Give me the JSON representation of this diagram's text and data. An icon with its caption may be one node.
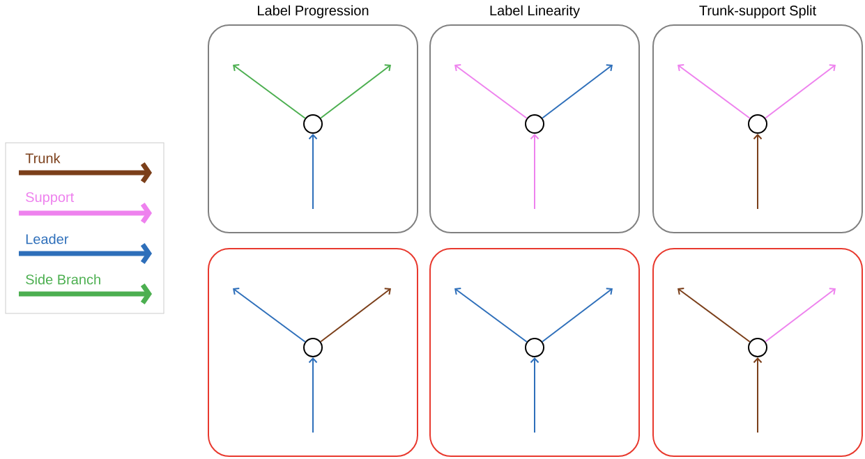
{
  "diagram": {
    "nodes": [
      {
        "text": [],
        "shape": "box"
      },
      {
        "text": [],
        "shape": "circle",
        "in": 0
      },
      {
        "text": [],
        "shape": "box"
      },
      {
        "text": [],
        "shape": "circle",
        "in": 2
      },
      {
        "text": [],
        "shape": "box"
      },
      {
        "text": [],
        "shape": "circle",
        "in": 4
      },
      {
        "text": [],
        "shape": "box"
      },
      {
        "text": [],
        "shape": "circle",
        "in": 6
      },
      {
        "text": [],
        "shape": "box"
      },
      {
        "text": [],
        "shape": "circle",
        "in": 8
      },
      {
        "text": [],
        "shape": "box"
      },
      {
        "text": [],
        "shape": "circle",
        "in": 10
      }
    ],
    "edges": [
      {
        "from": null,
        "to": 1,
        "arrow": "to",
        "color": "#2e6fba"
      },
      {
        "from": 1,
        "to": null,
        "arrow": "to",
        "color": "#4caf50"
      },
      {
        "from": 1,
        "to": null,
        "arrow": "to",
        "color": "#4caf50"
      },
      {
        "from": null,
        "to": 3,
        "arrow": "to",
        "color": "#ee82ee"
      },
      {
        "from": 3,
        "to": null,
        "arrow": "to",
        "color": "#ee82ee"
      },
      {
        "from": 3,
        "to": null,
        "arrow": "to",
        "color": "#2e6fba"
      },
      {
        "from": null,
        "to": 5,
        "arrow": "to",
        "color": "#7b3f1a"
      },
      {
        "from": 5,
        "to": null,
        "arrow": "to",
        "color": "#ee82ee"
      },
      {
        "from": 5,
        "to": null,
        "arrow": "to",
        "color": "#ee82ee"
      },
      {
        "from": null,
        "to": 7,
        "arrow": "to",
        "color": "#2e6fba"
      },
      {
        "from": 7,
        "to": null,
        "arrow": "to",
        "color": "#2e6fba"
      },
      {
        "from": 7,
        "to": null,
        "arrow": "to",
        "color": "#7b3f1a"
      },
      {
        "from": null,
        "to": 9,
        "arrow": "to",
        "color": "#2e6fba"
      },
      {
        "from": 9,
        "to": null,
        "arrow": "to",
        "color": "#2e6fba"
      },
      {
        "from": 9,
        "to": null,
        "arrow": "to",
        "color": "#2e6fba"
      },
      {
        "from": null,
        "to": 11,
        "arrow": "to",
        "color": "#7b3f1a"
      },
      {
        "from": 11,
        "to": null,
        "arrow": "to",
        "color": "#7b3f1a"
      },
      {
        "from": 11,
        "to": null,
        "arrow": "to",
        "color": "#ee82ee"
      }
    ],
    "labels": [
      "Label Progression",
      "Label Linearity",
      "Trunk-support Split"
    ],
    "legend": [
      {
        "text": "Trunk",
        "color": "#7b3f1a"
      },
      {
        "text": "Support",
        "color": "#ee82ee"
      },
      {
        "text": "Leader",
        "color": "#2e6fba"
      },
      {
        "text": "Side Branch",
        "color": "#4caf50"
      }
    ]
  }
}
